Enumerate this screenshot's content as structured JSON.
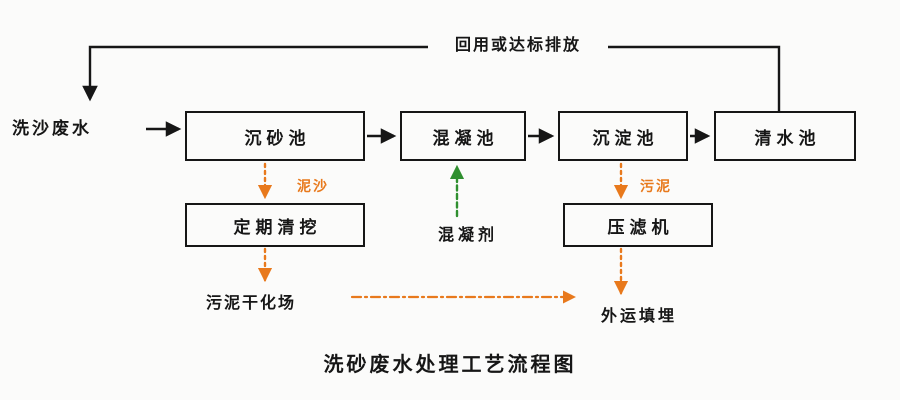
{
  "diagram": {
    "title": "洗砂废水处理工艺流程图",
    "return_label": "回用或达标排放",
    "input_label": "洗沙废水",
    "tanks": [
      {
        "label": "沉砂池"
      },
      {
        "label": "混凝池"
      },
      {
        "label": "沉淀池"
      },
      {
        "label": "清水池"
      }
    ],
    "side_boxes": [
      {
        "label": "定期清挖"
      },
      {
        "label": "压滤机"
      }
    ],
    "stream_labels": {
      "sediment": "泥沙",
      "sludge": "污泥"
    },
    "coagulant_label": "混凝剂",
    "drying_field_label": "污泥干化场",
    "landfill_label": "外运填埋"
  },
  "colors": {
    "line_black": "#161616",
    "arrow_orange": "#e8791c",
    "arrow_green": "#2f8f2f",
    "background": "#fbfbfa"
  }
}
